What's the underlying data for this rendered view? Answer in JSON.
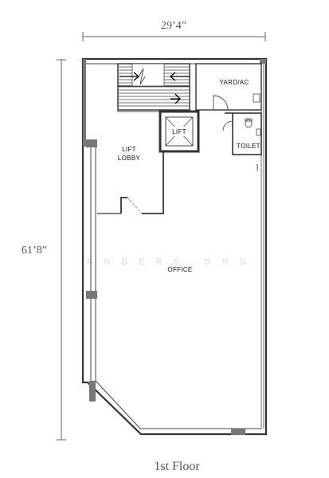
{
  "plan": {
    "dimension_width": "29’4”",
    "dimension_height": "61’8”",
    "floor_title": "1st Floor",
    "watermark": "ANDERS ONG",
    "rooms": {
      "yard": "YARD/AC",
      "lift": "LIFT",
      "lift_lobby_line1": "LIFT",
      "lift_lobby_line2": "LOBBY",
      "toilet": "TOILET",
      "office": "OFFICE"
    }
  }
}
